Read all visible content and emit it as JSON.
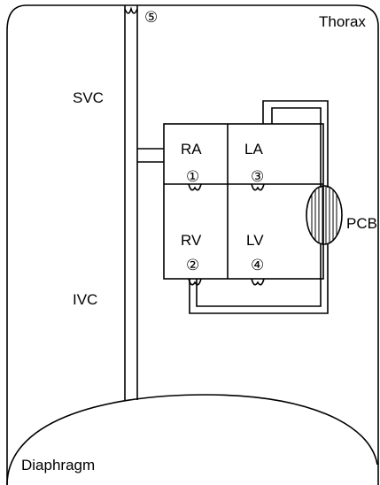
{
  "labels": {
    "thorax": "Thorax",
    "svc": "SVC",
    "ivc": "IVC",
    "diaphragm": "Diaphragm",
    "pcb": "PCB",
    "ra": "RA",
    "la": "LA",
    "rv": "RV",
    "lv": "LV"
  },
  "markers": {
    "m1": "①",
    "m2": "②",
    "m3": "③",
    "m4": "④",
    "m5": "⑤"
  }
}
